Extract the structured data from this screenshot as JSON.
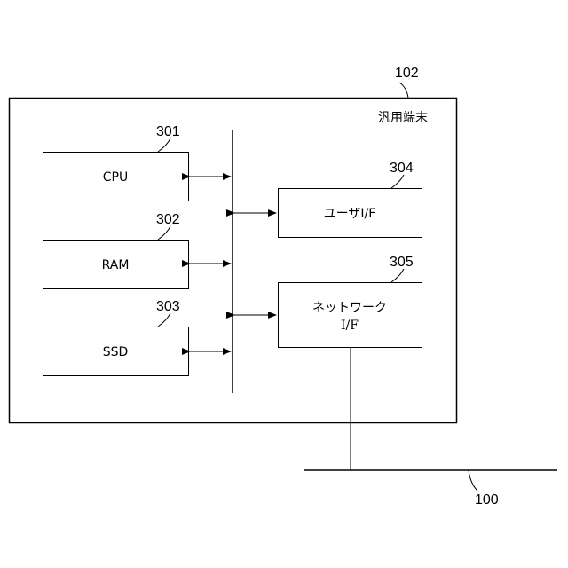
{
  "terminal": {
    "ref": "102",
    "title": "汎用端末"
  },
  "blocks": {
    "cpu": {
      "ref": "301",
      "label": "CPU"
    },
    "ram": {
      "ref": "302",
      "label": "RAM"
    },
    "ssd": {
      "ref": "303",
      "label": "SSD"
    },
    "user_if": {
      "ref": "304",
      "label": "ユーザI/F"
    },
    "network_if": {
      "ref": "305",
      "label_line1": "ネットワーク",
      "label_line2": "I/F"
    }
  },
  "network": {
    "ref": "100"
  }
}
